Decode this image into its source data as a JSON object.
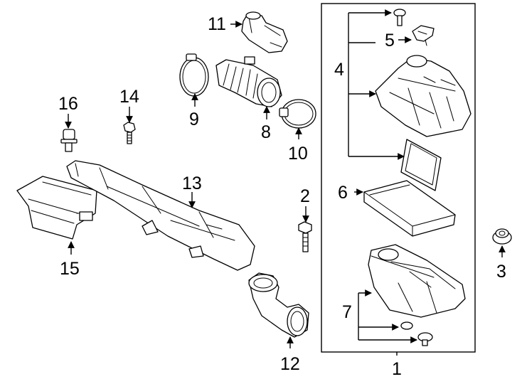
{
  "diagram": {
    "callouts": {
      "c1": "1",
      "c2": "2",
      "c3": "3",
      "c4": "4",
      "c5": "5",
      "c6": "6",
      "c7": "7",
      "c8": "8",
      "c9": "9",
      "c10": "10",
      "c11": "11",
      "c12": "12",
      "c13": "13",
      "c14": "14",
      "c15": "15",
      "c16": "16"
    },
    "parts": [
      "bolt",
      "bolt",
      "grommet",
      "air-cleaner-upper-case",
      "clip",
      "air-filter",
      "air-cleaner-lower-case",
      "intake-hose",
      "hose-clamp",
      "hose-clamp",
      "resonator",
      "intake-duct",
      "air-intake-duct",
      "bolt",
      "duct-bracket",
      "push-clip"
    ],
    "colors": {
      "line": "#000000",
      "background": "#ffffff"
    }
  }
}
